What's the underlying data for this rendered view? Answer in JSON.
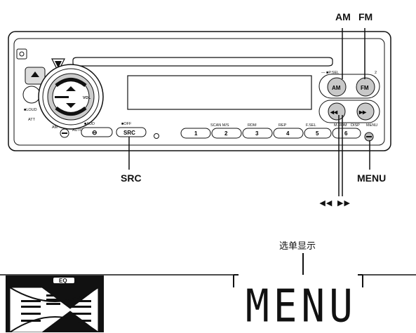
{
  "callouts": {
    "am": "AM",
    "fm": "FM",
    "src": "SRC",
    "menu": "MENU",
    "prev_next": "◂◂ ▸▸"
  },
  "panel": {
    "vol": "VOL",
    "loud": "■LOUD",
    "att": "ATT",
    "am_small": "AM",
    "auto": "AUTO",
    "aud": "■AUD",
    "off": "■OFF",
    "src_btn": "SRC",
    "pset": "— ■P.SEL",
    "num_2": "2",
    "scan_ms": "SCAN  M/S",
    "rdm": "RDM",
    "rep": "REP",
    "fsel": "F.SEL",
    "madom": "M.RDM",
    "disp": "DISP",
    "menu_small": "MENU",
    "am_btn": "AM",
    "fm_btn": "FM",
    "presets": [
      "1",
      "2",
      "3",
      "4",
      "5",
      "6"
    ]
  },
  "display": {
    "caption": "选单显示",
    "lcd_text": "MENU",
    "eq_label": "EQ"
  },
  "colors": {
    "ink": "#111111",
    "button_gray": "#c8c8c8",
    "lcd_fill": "#ffffff"
  }
}
